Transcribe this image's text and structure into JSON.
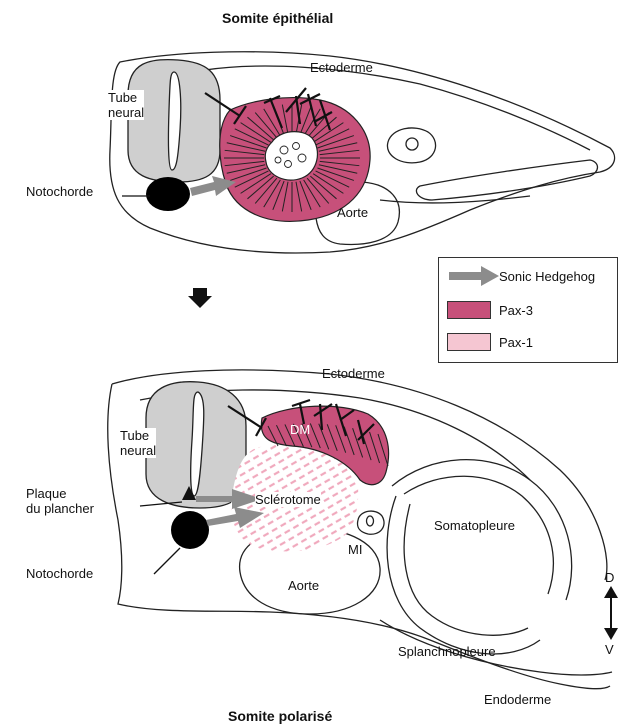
{
  "titles": {
    "top": "Somite épithélial",
    "bottom": "Somite polarisé"
  },
  "top_labels": {
    "ectoderme": "Ectoderme",
    "tube_neural": "Tube\nneural",
    "notochorde": "Notochorde",
    "aorte": "Aorte"
  },
  "bottom_labels": {
    "ectoderme": "Ectoderme",
    "tube_neural": "Tube\nneural",
    "plaque": "Plaque\ndu plancher",
    "notochorde": "Notochorde",
    "dm": "DM",
    "sclerotome": "Sclérotome",
    "mi": "MI",
    "aorte": "Aorte",
    "somatopleure": "Somatopleure",
    "splanchnopleure": "Splanchnopleure",
    "endoderme": "Endoderme"
  },
  "axis": {
    "dorsal": "D",
    "ventral": "V"
  },
  "legend": [
    {
      "label": "Sonic Hedgehog",
      "swatch": "arrow",
      "color": "#8c8c8c"
    },
    {
      "label": "Pax-3",
      "swatch": "box",
      "color": "#c7507a"
    },
    {
      "label": "Pax-1",
      "swatch": "box",
      "color": "#f5c6d2"
    }
  ],
  "colors": {
    "pax3": "#c7507a",
    "pax1": "#f5c6d2",
    "shh": "#8c8c8c",
    "tube": "#cfcfcf"
  }
}
